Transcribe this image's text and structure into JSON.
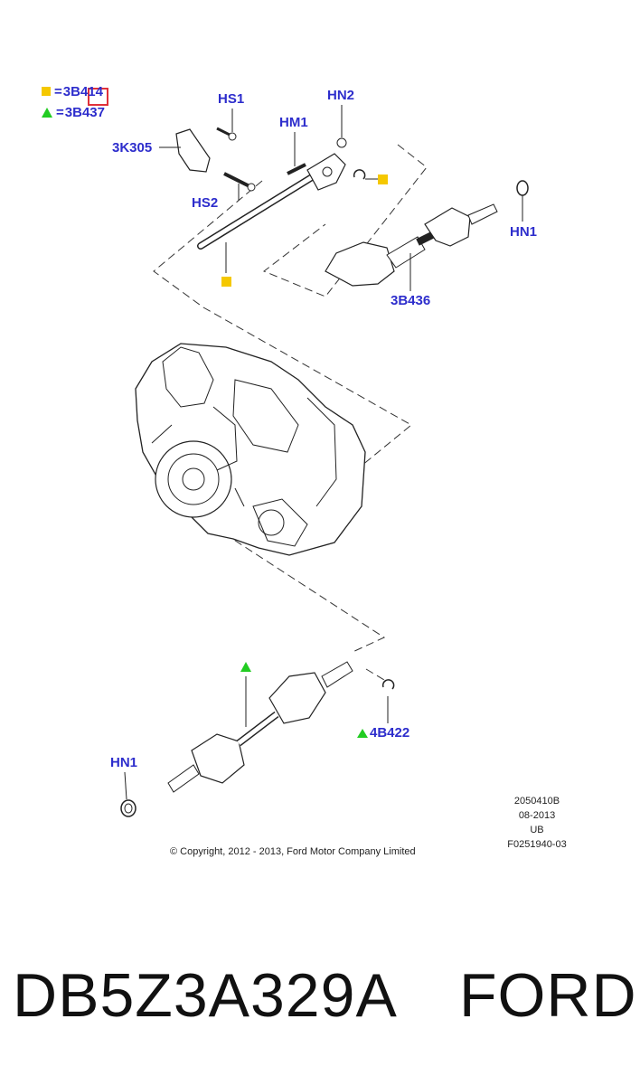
{
  "colors": {
    "callout": "#2d2dcc",
    "square_marker": "#f5c800",
    "triangle_marker": "#22cc22",
    "highlight_box": "#e0303a"
  },
  "legend": [
    {
      "marker": "square",
      "equals": "=",
      "code": "3B414"
    },
    {
      "marker": "triangle",
      "equals": "=",
      "code": "3B437"
    }
  ],
  "callouts": {
    "hs1": "HS1",
    "hn2": "HN2",
    "hm1": "HM1",
    "k305": "3K305",
    "hs2": "HS2",
    "hn1_top": "HN1",
    "b436": "3B436",
    "b422": "4B422",
    "hn1_bottom": "HN1"
  },
  "meta": {
    "illustration_id": "2050410B",
    "date": "08-2013",
    "code": "UB",
    "figure_id": "F0251940-03"
  },
  "copyright": "© Copyright, 2012 - 2013, Ford Motor Company Limited",
  "footer": {
    "part_number": "DB5Z3A329A",
    "brand": "FORD"
  }
}
